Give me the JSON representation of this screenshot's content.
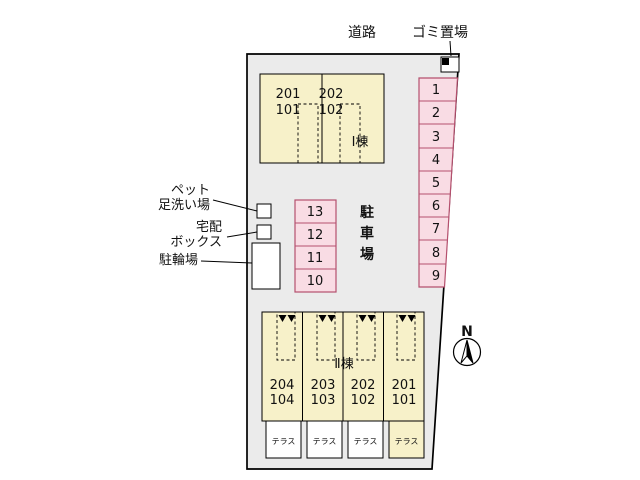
{
  "annotations": {
    "road": "道路",
    "garbage": "ゴミ置場",
    "pet_wash": [
      "ペット",
      "足洗い場"
    ],
    "delivery_box": [
      "宅配",
      "ボックス"
    ],
    "bicycle": "駐輪場",
    "north": "N"
  },
  "building1": {
    "name": "Ⅰ棟",
    "units": [
      {
        "upper": "201",
        "lower": "101"
      },
      {
        "upper": "202",
        "lower": "102"
      }
    ]
  },
  "building2": {
    "name": "Ⅱ棟",
    "units": [
      {
        "upper": "204",
        "lower": "104"
      },
      {
        "upper": "203",
        "lower": "103"
      },
      {
        "upper": "202",
        "lower": "102"
      },
      {
        "upper": "201",
        "lower": "101"
      }
    ],
    "terrace": "テラス"
  },
  "parking": {
    "title": "駐車場",
    "title_chars": [
      "駐",
      "車",
      "場"
    ],
    "right_spaces": [
      "1",
      "2",
      "3",
      "4",
      "5",
      "6",
      "7",
      "8",
      "9"
    ],
    "middle_spaces": [
      "13",
      "12",
      "11",
      "10"
    ]
  },
  "colors": {
    "plot_fill": "#ebebeb",
    "building_fill": "#f7f1c9",
    "parking_fill": "#f9dce4",
    "parking_border": "#b5506e",
    "outline": "#000000"
  }
}
